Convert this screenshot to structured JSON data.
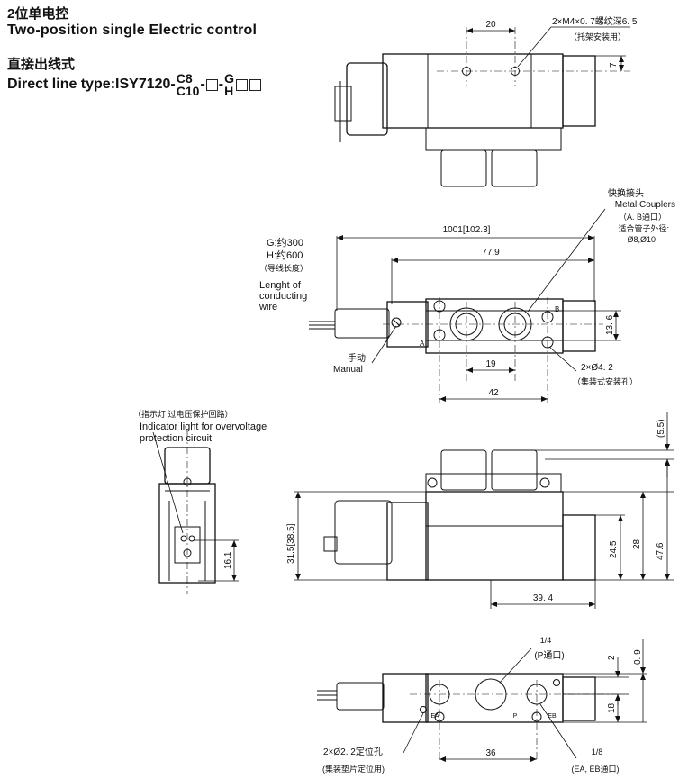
{
  "header": {
    "title_cn": "2位单电控",
    "title_en": "Two-position single Electric control",
    "subtitle_cn": "直接出线式",
    "type_prefix": "Direct line type:ISY7120-",
    "type_c8": "C8",
    "type_c10": "C10",
    "type_g": "G",
    "type_h": "H",
    "dash": "-"
  },
  "view_top": {
    "dim_20": "20",
    "dim_7": "7",
    "thread_note": "2×M4×0. 7螺纹深6. 5",
    "thread_note_sub": "（托架安装用）"
  },
  "view_side": {
    "wire_g": "G:约300",
    "wire_h": "H:约600",
    "wire_cn": "（导线长度）",
    "wire_en_1": "Lenght of",
    "wire_en_2": "conducting",
    "wire_en_3": "wire",
    "coupler_cn": "快换接头",
    "coupler_en": "Metal Couplers",
    "port_ab": "（A. B通口）",
    "tube_fit": "适合管子外径:",
    "tube_sizes": "Ø8,Ø10",
    "dim_overall": "1001[102.3]",
    "dim_77": "77.9",
    "dim_13": "13. 6",
    "dim_19": "19",
    "dim_42": "42",
    "manual_cn": "手动",
    "manual_en": "Manual",
    "hole_note": "2×Ø4. 2",
    "hole_note_sub": "（集装式安装孔）",
    "label_a": "A",
    "label_b": "B"
  },
  "view_end": {
    "indicator_cn": "（指示灯 过电压保护回路）",
    "indicator_en_1": "Indicator light for overvoltage",
    "indicator_en_2": "protection circuit",
    "dim_16": "16.1"
  },
  "view_front": {
    "dim_31": "31.5[38.5]",
    "dim_5": "(5.5)",
    "dim_24": "24.5",
    "dim_28": "28",
    "dim_47": "47.6",
    "dim_39": "39. 4"
  },
  "view_bottom": {
    "p_thread": "1/4",
    "p_port": "(P通口)",
    "dim_2": "2",
    "dim_09": "0. 9",
    "dim_18": "18",
    "dim_36": "36",
    "pin_note": "2×Ø2. 2定位孔",
    "pin_note_sub": "(集装垫片定位用)",
    "e_thread": "1/8",
    "e_port": "(EA, EB通口)",
    "label_ea": "EA",
    "label_p": "P",
    "label_eb": "EB"
  }
}
